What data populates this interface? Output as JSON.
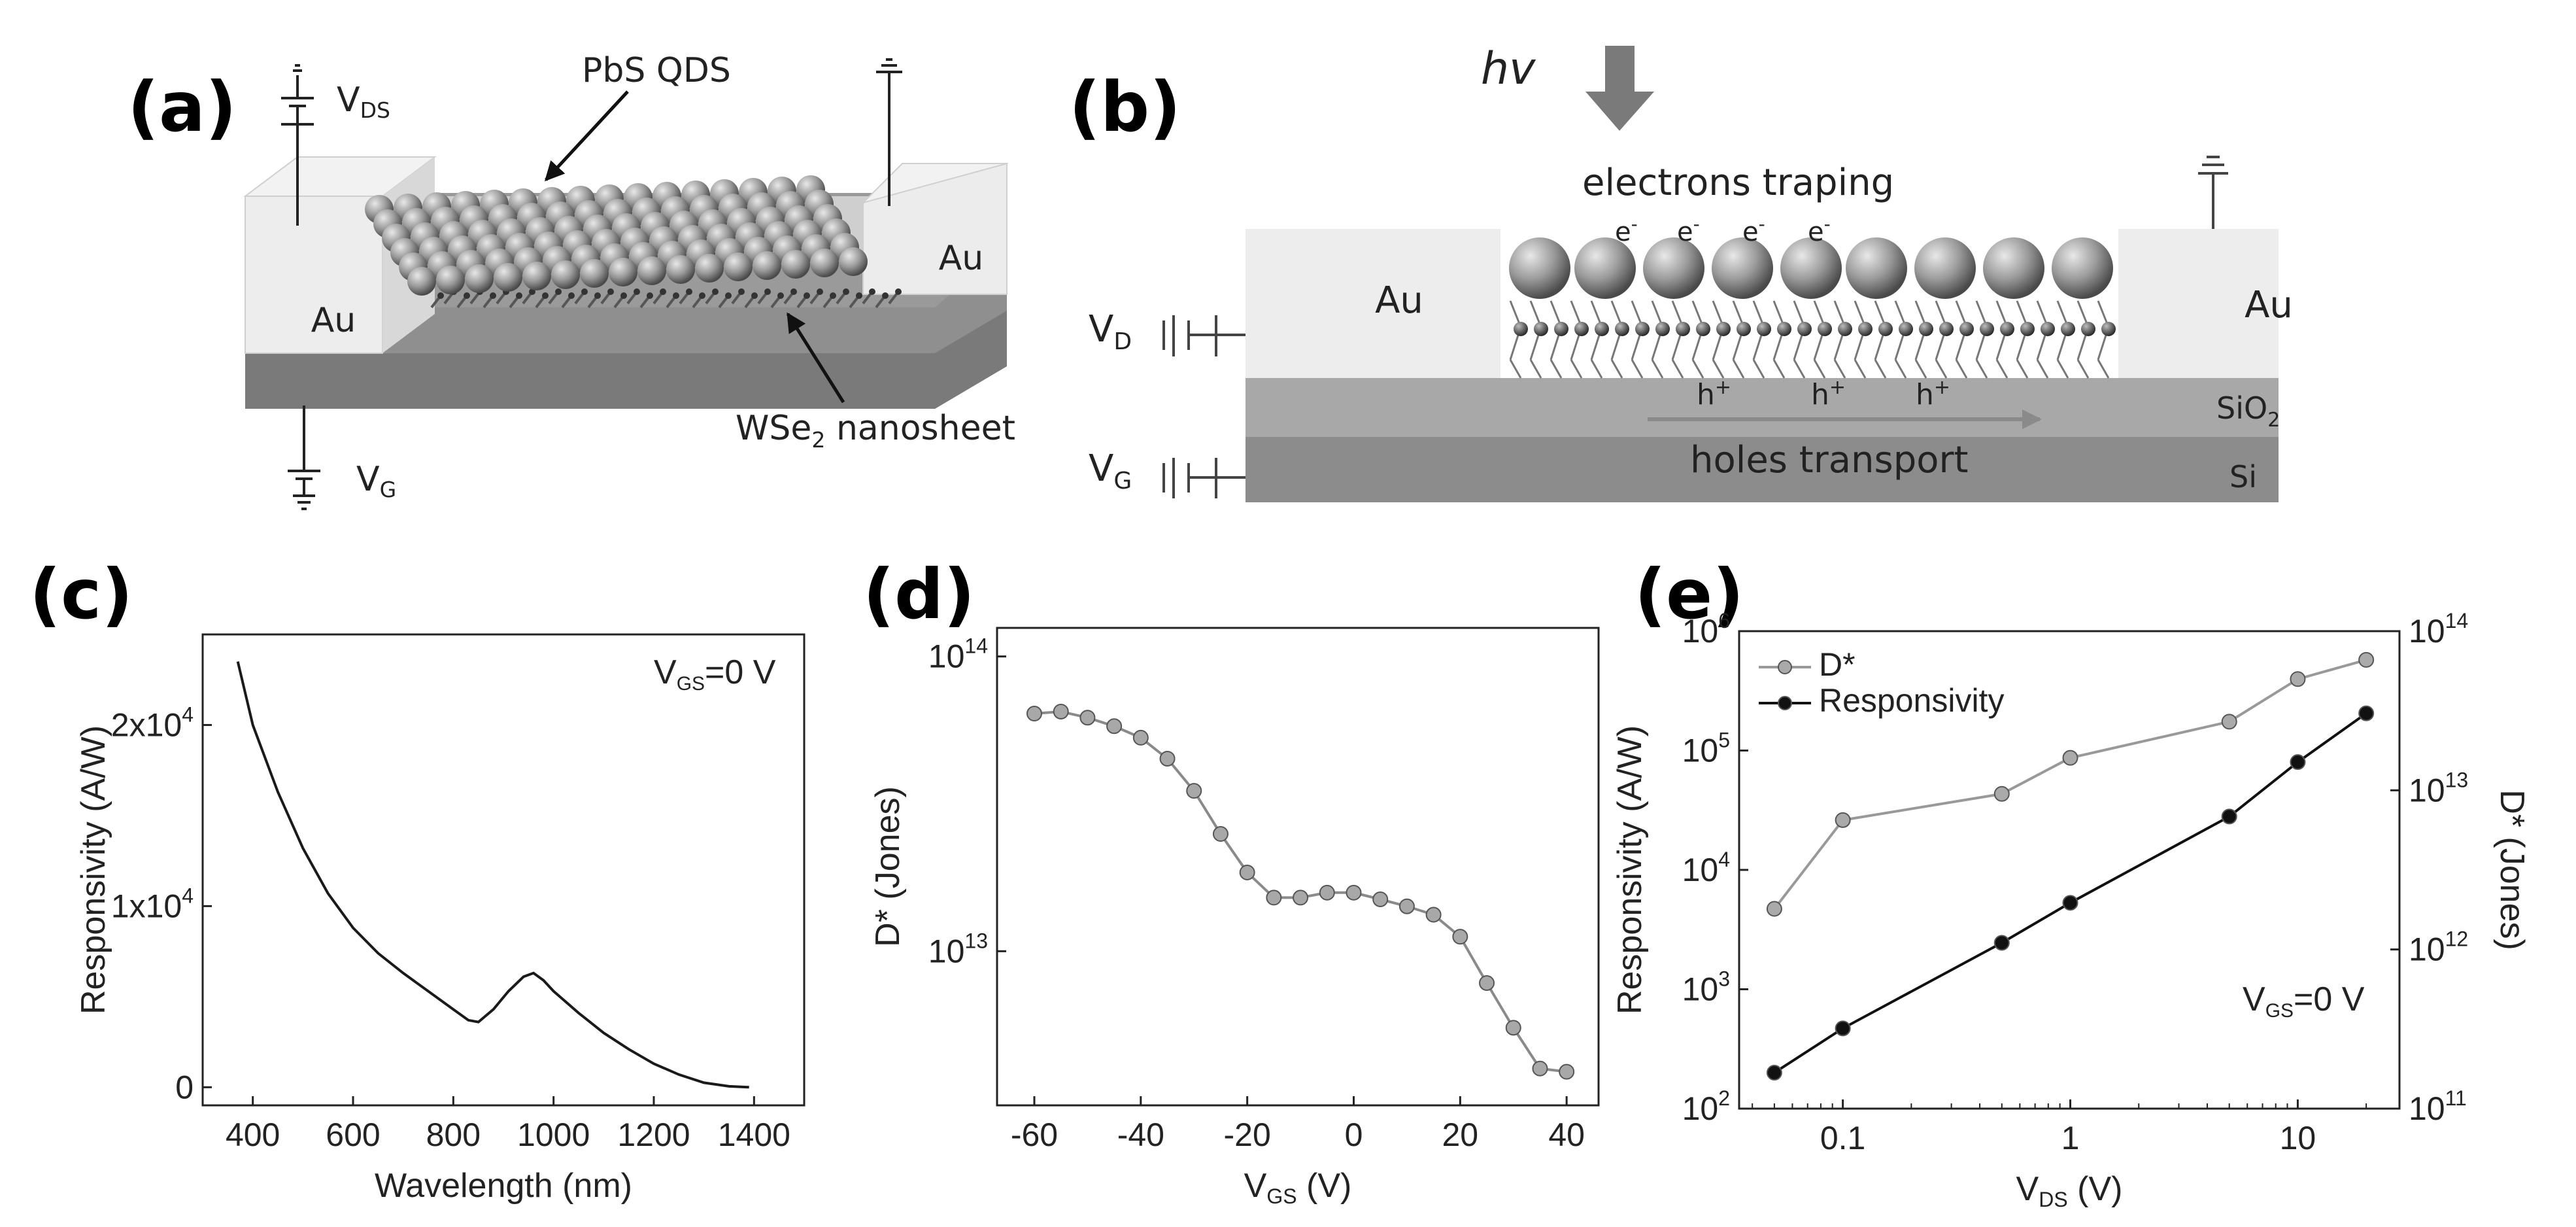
{
  "panels": {
    "a": {
      "label": "(a)",
      "pbs_label": "PbS QDS",
      "wse2_label": "WSe",
      "wse2_sub": "2",
      "wse2_suffix": " nanosheet",
      "au_left": "Au",
      "au_right": "Au",
      "vds_main": "V",
      "vds_sub": "DS",
      "vg_main": "V",
      "vg_sub": "G"
    },
    "b": {
      "label": "(b)",
      "hv": "hv",
      "electrons_text": "electrons traping",
      "electron": "e",
      "electron_sup": "-",
      "hole": "h",
      "hole_sup": "+",
      "holes_text": "holes transport",
      "au_left": "Au",
      "au_right": "Au",
      "sio2": "SiO",
      "sio2_sub": "2",
      "si": "Si",
      "vd_main": "V",
      "vd_sub": "D",
      "vg_main": "V",
      "vg_sub": "G"
    },
    "c": {
      "label": "(c)",
      "annotation_main": "V",
      "annotation_sub": "GS",
      "annotation_rest": "=0 V"
    },
    "d": {
      "label": "(d)"
    },
    "e": {
      "label": "(e)",
      "annotation_main": "V",
      "annotation_sub": "GS",
      "annotation_rest": "=0 V"
    }
  },
  "chart_data": [
    {
      "id": "c",
      "type": "line",
      "xlabel": "Wavelength (nm)",
      "ylabel": "Responsivity (A/W)",
      "xlim": [
        300,
        1500
      ],
      "ylim": [
        -1000,
        25000
      ],
      "xticks": [
        400,
        600,
        800,
        1000,
        1200,
        1400
      ],
      "yticks": [
        {
          "value": 0,
          "label": "0"
        },
        {
          "value": 10000,
          "label": "1x10",
          "sup": "4"
        },
        {
          "value": 20000,
          "label": "2x10",
          "sup": "4"
        }
      ],
      "series": [
        {
          "color": "#1a1a1a",
          "x": [
            370,
            400,
            450,
            500,
            550,
            600,
            650,
            700,
            750,
            800,
            830,
            850,
            880,
            910,
            940,
            960,
            980,
            1000,
            1050,
            1100,
            1150,
            1200,
            1250,
            1300,
            1350,
            1390
          ],
          "y": [
            23500,
            20000,
            16300,
            13200,
            10700,
            8800,
            7400,
            6300,
            5300,
            4300,
            3700,
            3600,
            4300,
            5300,
            6100,
            6300,
            5900,
            5300,
            4100,
            3000,
            2100,
            1300,
            700,
            250,
            50,
            0
          ]
        }
      ]
    },
    {
      "id": "d",
      "type": "line",
      "xlabel": "V",
      "xlabel_sub": "GS",
      "xlabel_rest": " (V)",
      "ylabel": "D* (Jones)",
      "xlim": [
        -67,
        46
      ],
      "ylim": [
        3000000000000.0,
        125000000000000.0
      ],
      "yscale": "log",
      "xticks": [
        -60,
        -40,
        -20,
        0,
        20,
        40
      ],
      "yticks": [
        {
          "value": 10000000000000.0,
          "label": "10",
          "sup": "13"
        },
        {
          "value": 100000000000000.0,
          "label": "10",
          "sup": "14"
        }
      ],
      "series": [
        {
          "color": "#8a8a8a",
          "marker_color": "#a8a8a8",
          "x": [
            -60,
            -55,
            -50,
            -45,
            -40,
            -35,
            -30,
            -25,
            -20,
            -15,
            -10,
            -5,
            0,
            5,
            10,
            15,
            20,
            25,
            30,
            35,
            40
          ],
          "y": [
            64000000000000.0,
            65000000000000.0,
            62000000000000.0,
            58000000000000.0,
            53000000000000.0,
            45000000000000.0,
            35000000000000.0,
            25000000000000.0,
            18500000000000.0,
            15200000000000.0,
            15200000000000.0,
            15800000000000.0,
            15800000000000.0,
            15000000000000.0,
            14200000000000.0,
            13300000000000.0,
            11200000000000.0,
            7800000000000.0,
            5500000000000.0,
            4000000000000.0,
            3900000000000.0
          ]
        }
      ]
    },
    {
      "id": "e",
      "type": "line",
      "xlabel": "V",
      "xlabel_sub": "DS",
      "xlabel_rest": " (V)",
      "ylabel": "Responsivity (A/W)",
      "ylabel_right": "D* (Jones)",
      "xscale": "log",
      "yscale": "log",
      "xlim": [
        0.035,
        28
      ],
      "ylim": [
        100,
        1000000
      ],
      "ylim_right": [
        100000000000.0,
        100000000000000.0
      ],
      "xticks": [
        {
          "value": 0.1,
          "label": "0.1"
        },
        {
          "value": 1,
          "label": "1"
        },
        {
          "value": 10,
          "label": "10"
        }
      ],
      "yticks": [
        {
          "value": 100,
          "label": "10",
          "sup": "2"
        },
        {
          "value": 1000,
          "label": "10",
          "sup": "3"
        },
        {
          "value": 10000,
          "label": "10",
          "sup": "4"
        },
        {
          "value": 100000,
          "label": "10",
          "sup": "5"
        },
        {
          "value": 1000000,
          "label": "10",
          "sup": "6"
        }
      ],
      "yticks_right": [
        {
          "value": 100000000000.0,
          "label": "10",
          "sup": "11"
        },
        {
          "value": 1000000000000.0,
          "label": "10",
          "sup": "12"
        },
        {
          "value": 10000000000000.0,
          "label": "10",
          "sup": "13"
        },
        {
          "value": 100000000000000.0,
          "label": "10",
          "sup": "14"
        }
      ],
      "legend": "top-left",
      "series": [
        {
          "name": "D*",
          "axis": "right",
          "color": "#999999",
          "marker_color": "#aaaaaa",
          "x": [
            0.05,
            0.1,
            0.5,
            1,
            5,
            10,
            20
          ],
          "y": [
            1800000000000.0,
            6500000000000.0,
            9500000000000.0,
            16000000000000.0,
            27000000000000.0,
            50000000000000.0,
            66000000000000.0
          ]
        },
        {
          "name": "Responsivity",
          "axis": "left",
          "color": "#111111",
          "marker_color": "#111111",
          "x": [
            0.05,
            0.1,
            0.5,
            1,
            5,
            10,
            20
          ],
          "y": [
            200,
            470,
            2450,
            5300,
            28000,
            80000,
            205000
          ]
        }
      ]
    }
  ]
}
